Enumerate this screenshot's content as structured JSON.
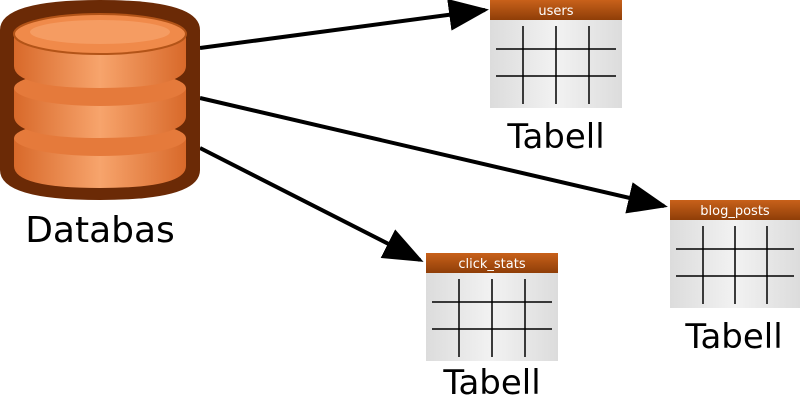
{
  "database": {
    "label": "Databas"
  },
  "tables": [
    {
      "name": "users",
      "label": "Tabell"
    },
    {
      "name": "blog_posts",
      "label": "Tabell"
    },
    {
      "name": "click_stats",
      "label": "Tabell"
    }
  ],
  "colors": {
    "db_fill": "#f0955b",
    "db_outline": "#6b2a06",
    "header_fill": "#b3540f",
    "table_fill": "#e8e8e8",
    "arrow": "#000000"
  }
}
